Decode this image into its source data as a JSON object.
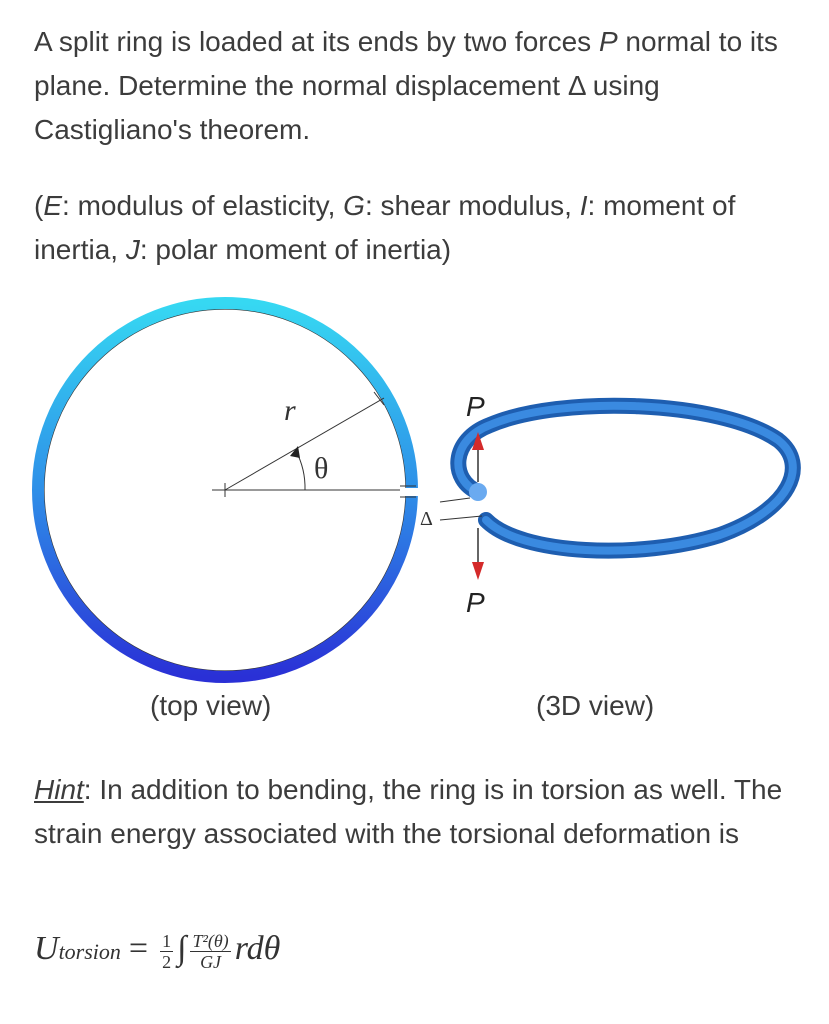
{
  "problem": {
    "line1_a": "A split ring is loaded at its ends by two forces ",
    "line1_P": "P",
    "line1_b": " normal to its plane. Determine the normal displacement Δ using Castigliano's theorem."
  },
  "legend": {
    "open": "(",
    "E": "E",
    "E_desc": ": modulus of elasticity, ",
    "G": "G",
    "G_desc": ": shear modulus, ",
    "I": "I",
    "I_desc": ": moment of inertia, ",
    "J": "J",
    "J_desc": ": polar moment of inertia)"
  },
  "figure": {
    "radius_label": "r",
    "angle_label": "θ",
    "delta_label": "Δ",
    "force_top_label": "P",
    "force_bottom_label": "P",
    "top_view_caption": "(top view)",
    "view3d_caption": "(3D view)",
    "colors": {
      "ring_top": "#36d3f2",
      "ring_bottom": "#2a3ad8",
      "ring3d": "#2a78d0",
      "arrow": "#d42a2a"
    }
  },
  "hint": {
    "label": "Hint",
    "text": ": In addition to bending, the ring is in torsion as well. The strain energy associated with the torsional deformation is"
  },
  "formula": {
    "U": "U",
    "sub": "torsion",
    "eq": "=",
    "half_num": "1",
    "half_den": "2",
    "integral": "∫",
    "frac_num": "T²(θ)",
    "frac_den": "GJ",
    "tail": "rdθ"
  }
}
